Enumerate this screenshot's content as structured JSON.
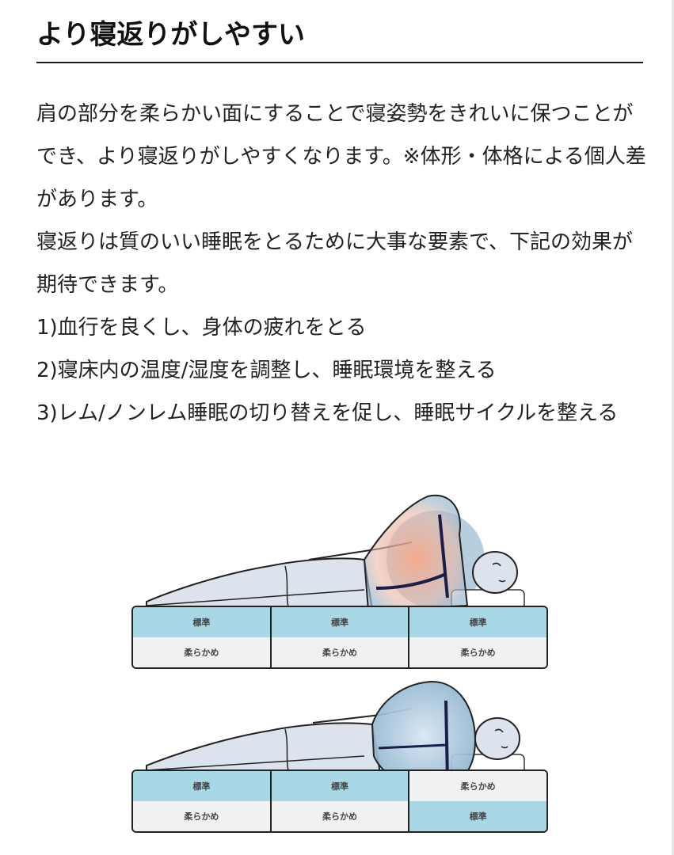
{
  "section": {
    "heading": "より寝返りがしやすい"
  },
  "body": {
    "paragraphs": [
      "肩の部分を柔らかい面にすることで寝姿勢をきれいに保つことができ、より寝返りがしやすくなります。※体形・体格による個人差があります。",
      "寝返りは質のいい睡眠をとるために大事な要素で、下記の効果が期待できます。",
      "1)血行を良くし、身体の疲れをとる",
      "2)寝床内の温度/湿度を調整し、睡眠環境を整える",
      "3)レム/ノンレム睡眠の切り替えを促し、睡眠サイクルを整える"
    ]
  },
  "illustrations": [
    {
      "description": "side-sleeping figure on mattress with all standard-side-up blocks; shoulder highlighted in red showing strain",
      "highlight_color": "#f0a080",
      "blocks": [
        {
          "top": "標準",
          "bottom": "柔らかめ"
        },
        {
          "top": "標準",
          "bottom": "柔らかめ"
        },
        {
          "top": "標準",
          "bottom": "柔らかめ"
        }
      ]
    },
    {
      "description": "side-sleeping figure on mattress with shoulder block flipped to soft side; shoulder highlighted in blue showing straight spine",
      "highlight_color": "#9cc3dc",
      "blocks": [
        {
          "top": "標準",
          "bottom": "柔らかめ"
        },
        {
          "top": "標準",
          "bottom": "柔らかめ"
        },
        {
          "top": "柔らかめ",
          "bottom": "標準"
        }
      ]
    }
  ],
  "colors": {
    "firm_layer": "#a8d7e6",
    "soft_layer": "#f1f1f1",
    "body_fill": "#dde3ec",
    "outline": "#222222",
    "spine_line": "#1a1f4a"
  }
}
